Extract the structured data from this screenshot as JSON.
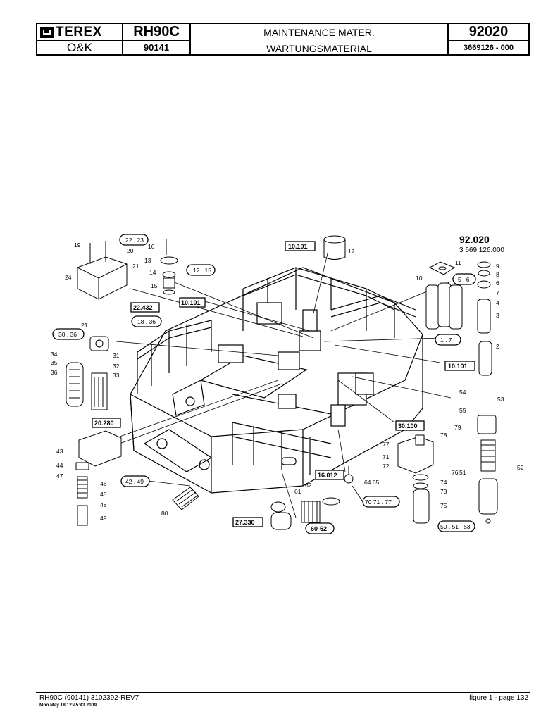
{
  "header": {
    "brand": "TEREX",
    "brand_sub": "O&K",
    "model": "RH90C",
    "model_code": "90141",
    "title_en": "MAINTENANCE MATER.",
    "title_de": "WARTUNGSMATERIAL",
    "group_no": "92020",
    "part_no": "3669126  - 000"
  },
  "drawing": {
    "group_title": "92.020",
    "group_sub": "3 669 126.000",
    "refs": {
      "r10101a": "10.101",
      "r10101b": "10.101",
      "r10101c": "10.101",
      "r22432": "22.432",
      "r20280": "20.280",
      "r16012": "16.012",
      "r30100": "30.100",
      "r27330": "27.330"
    },
    "groups": {
      "g2223": "22 , 23",
      "g1215": "12 . 15",
      "g1836": "18 . 36",
      "g3036": "30 . 36",
      "g56": "5 . 6",
      "g17": "1 . 7",
      "g4249": "42 . 49",
      "g6062": "60-62",
      "g707177": "70 71 . 77",
      "g505153": "50 . 51 . 53"
    },
    "labels": {
      "n19": "19",
      "n16": "16",
      "n20": "20",
      "n21a": "21",
      "n13": "13",
      "n14": "14",
      "n15": "15",
      "n24": "24",
      "n17": "17",
      "n9": "9",
      "n8": "8",
      "n11": "11",
      "n10": "10",
      "n6": "6",
      "n7": "7",
      "n4": "4",
      "n3": "3",
      "n2": "2",
      "n21b": "21",
      "n34": "34",
      "n35": "35",
      "n36": "36",
      "n31": "31",
      "n32": "32",
      "n33": "33",
      "n54": "54",
      "n53": "53",
      "n55": "55",
      "n78": "78",
      "n79": "79",
      "n77": "77",
      "n71": "71",
      "n72": "72",
      "n76": "76",
      "n51": "51",
      "n52": "52",
      "n74": "74",
      "n73": "73",
      "n75": "75",
      "n43": "43",
      "n44": "44",
      "n47": "47",
      "n46": "46",
      "n45": "45",
      "n48": "48",
      "n49": "49",
      "n62": "62",
      "n61": "61",
      "n6465": "64  65",
      "n80": "80"
    }
  },
  "footer": {
    "doc_ref": "RH90C (90141) 3102392-REV7",
    "printed": "Mon May 18 12:45:43 2009",
    "figure": "figure   1 - page 132"
  }
}
